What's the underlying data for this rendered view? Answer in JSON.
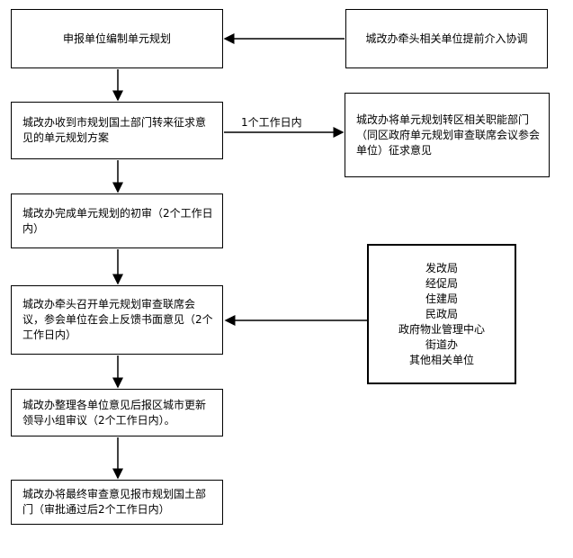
{
  "flow": {
    "step1": "申报单位编制单元规划",
    "coord": "城改办牵头相关单位提前介入协调",
    "step2": "城改办收到市规划国土部门转来征求意见的单元规划方案",
    "forward": "城改办将单元规划转区相关职能部门（同区政府单元规划审查联席会议参会单位）征求意见",
    "timeLabel": "1个工作日内",
    "step3": "城改办完成单元规划的初审（2个工作日内）",
    "step4": "城改办牵头召开单元规划审查联席会议，参会单位在会上反馈书面意见（2个工作日内）",
    "step5": "城改办整理各单位意见后报区城市更新领导小组审议（2个工作日内）。",
    "step6": "城改办将最终审查意见报市规划国土部门（审批通过后2个工作日内）"
  },
  "units": [
    "发改局",
    "经促局",
    "住建局",
    "民政局",
    "政府物业管理中心",
    "街道办",
    "其他相关单位"
  ]
}
